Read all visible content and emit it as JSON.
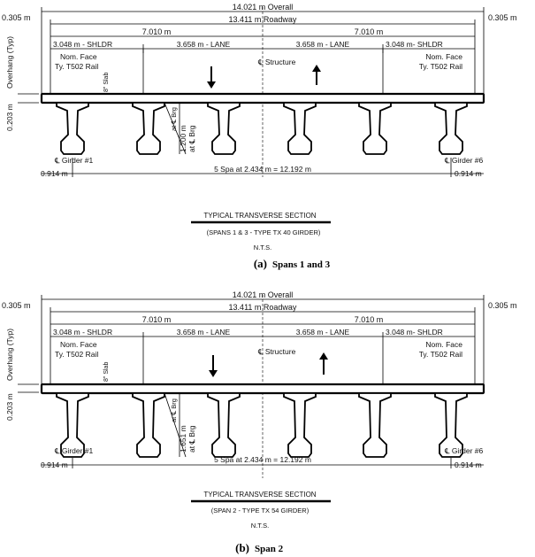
{
  "sections": [
    {
      "overall": "14.021 m Overall",
      "roadway": "13.411 m Roadway",
      "edge_left": "0.305 m",
      "edge_right": "0.305 m",
      "half_left": "7.010 m",
      "half_right": "7.010 m",
      "shldr_left": "3.048 m - SHLDR",
      "lane_left": "3.658 m - LANE",
      "lane_right": "3.658 m - LANE",
      "shldr_right": "3.048 m- SHLDR",
      "nom_face_left_1": "Nom. Face",
      "nom_face_left_2": "Ty. T502 Rail",
      "nom_face_right_1": "Nom. Face",
      "nom_face_right_2": "Ty. T502 Rail",
      "structure": "℄ Structure",
      "overhang": "Overhang (Typ)",
      "depth": "0.203 m",
      "slab": "8\" Slab",
      "brg_dim_1": "1.200 m",
      "brg_dim_2": "at ℄ Brg",
      "brg_small": "at ℄ Brg",
      "girder_1": "℄ Girder #1",
      "girder_6": "℄ Girder #6",
      "end_left": "0.914 m",
      "end_right": "0.914 m",
      "spacing": "5 Spa at 2.434 m = 12.192 m",
      "title": "TYPICAL TRANSVERSE SECTION",
      "subtitle": "(SPANS 1 & 3 - TYPE TX 40 GIRDER)",
      "nts": "N.T.S.",
      "caption_letter": "(a)",
      "caption_text": "Spans 1 and 3"
    },
    {
      "overall": "14.021 m Overall",
      "roadway": "13.411 m Roadway",
      "edge_left": "0.305 m",
      "edge_right": "0.305 m",
      "half_left": "7.010 m",
      "half_right": "7.010 m",
      "shldr_left": "3.048 m - SHLDR",
      "lane_left": "3.658 m - LANE",
      "lane_right": "3.658 m - LANE",
      "shldr_right": "3.048 m- SHLDR",
      "nom_face_left_1": "Nom. Face",
      "nom_face_left_2": "Ty. T502 Rail",
      "nom_face_right_1": "Nom. Face",
      "nom_face_right_2": "Ty. T502 Rail",
      "structure": "℄ Structure",
      "overhang": "Overhang (Typ)",
      "depth": "0.203 m",
      "slab": "8\" Slab",
      "brg_dim_1": "1.651 m",
      "brg_dim_2": "at ℄ Brg",
      "brg_small": "at ℄ Brg",
      "girder_1": "℄ Girder #1",
      "girder_6": "℄ Girder #6",
      "end_left": "0.914 m",
      "end_right": "0.914 m",
      "spacing": "5 Spa at 2.434 m = 12.192 m",
      "title": "TYPICAL TRANSVERSE SECTION",
      "subtitle": "(SPAN 2 - TYPE TX 54 GIRDER)",
      "nts": "N.T.S.",
      "caption_letter": "(b)",
      "caption_text": "Span 2"
    }
  ]
}
